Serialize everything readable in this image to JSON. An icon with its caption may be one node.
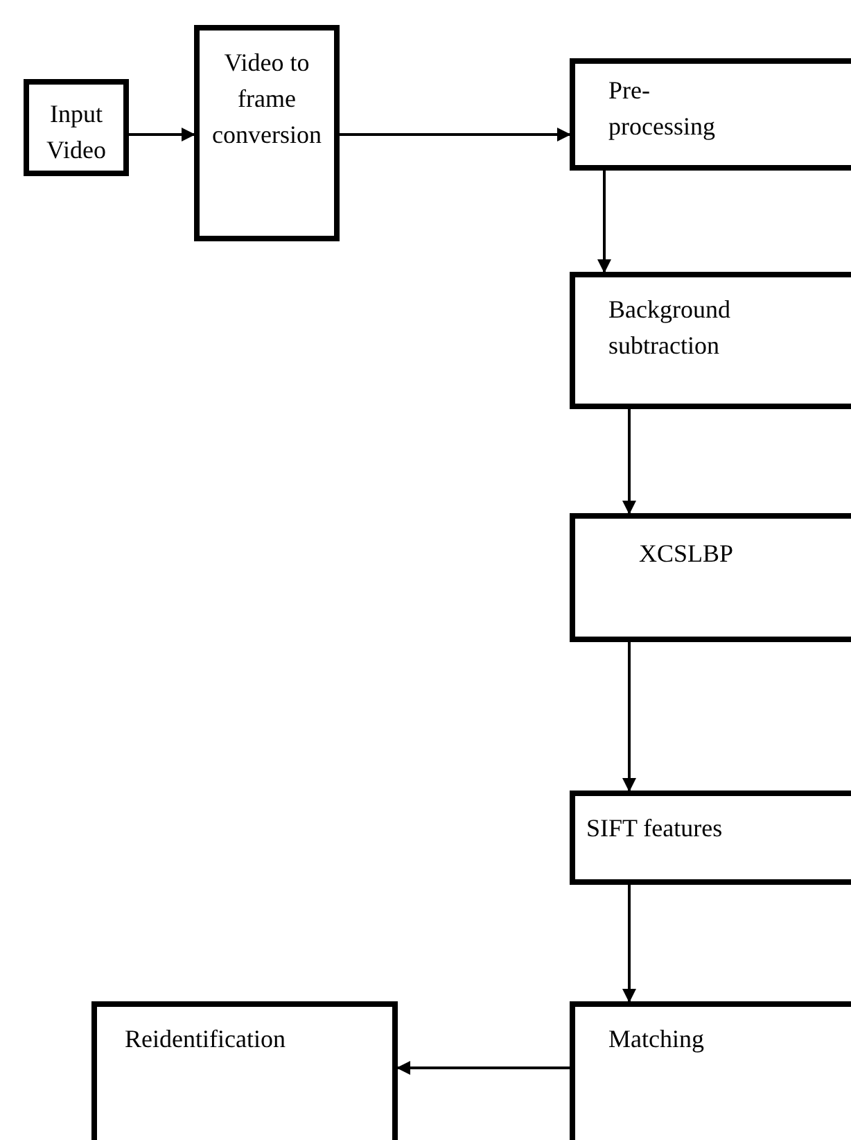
{
  "diagram": {
    "nodes": [
      {
        "text": [
          "Input Video"
        ]
      },
      {
        "text": [
          "Video to frame conversion"
        ]
      },
      {
        "text": [
          "Pre-processing"
        ]
      },
      {
        "text": [
          "Background subtraction"
        ]
      },
      {
        "text": [
          "XCSLBP"
        ]
      },
      {
        "text": [
          "SIFT features"
        ]
      },
      {
        "text": [
          "Matching"
        ]
      },
      {
        "text": [
          "Reidentification"
        ]
      }
    ],
    "edges": [
      {
        "from": 0,
        "to": 1,
        "arrow": "to"
      },
      {
        "from": 1,
        "to": 2,
        "arrow": "to"
      },
      {
        "from": 2,
        "to": 3,
        "arrow": "to"
      },
      {
        "from": 3,
        "to": 4,
        "arrow": "to"
      },
      {
        "from": 4,
        "to": 5,
        "arrow": "to"
      },
      {
        "from": 5,
        "to": 6,
        "arrow": "to"
      },
      {
        "from": 6,
        "to": 7,
        "arrow": "to"
      }
    ]
  }
}
